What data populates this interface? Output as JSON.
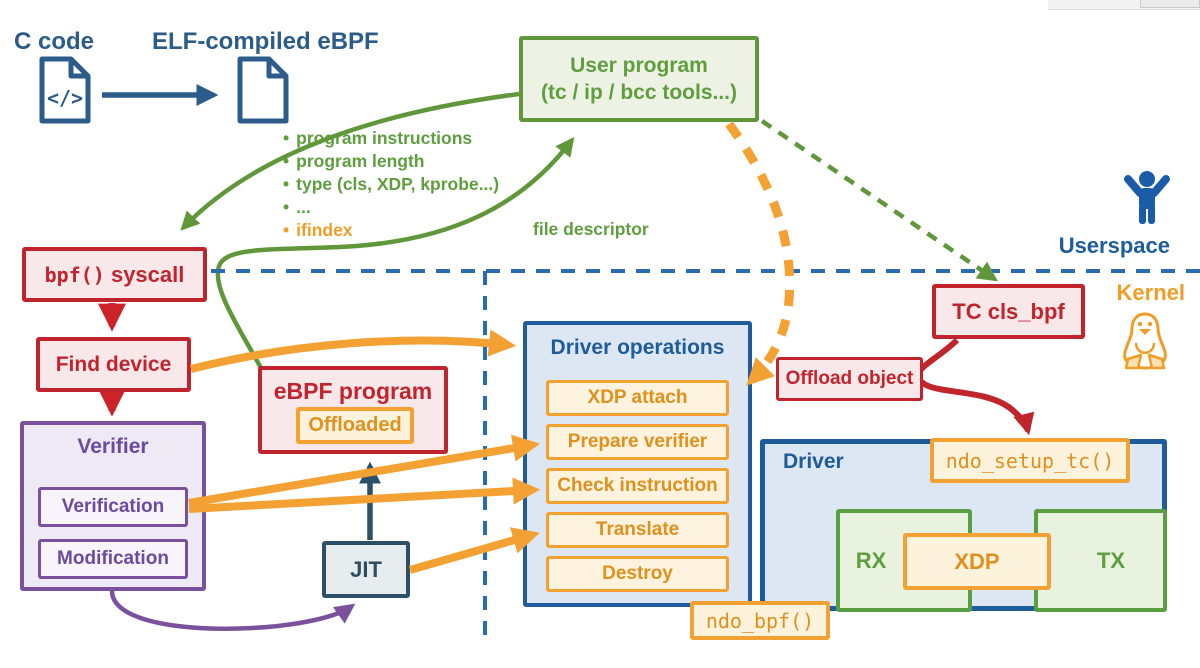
{
  "header": {
    "c_code_label": "C code",
    "elf_label": "ELF-compiled eBPF",
    "code_glyph": "</>"
  },
  "user_program": {
    "line1": "User program",
    "line2": "(tc / ip / bcc tools...)"
  },
  "side_list": {
    "bullet": "•",
    "items": [
      {
        "label": "program instructions",
        "color": "green"
      },
      {
        "label": "program length",
        "color": "green"
      },
      {
        "label": "type (cls, XDP, kprobe...)",
        "color": "green"
      },
      {
        "label": "...",
        "color": "green"
      },
      {
        "label": "ifindex",
        "color": "orange"
      }
    ]
  },
  "labels": {
    "file_descriptor": "file descriptor",
    "userspace": "Userspace",
    "kernel": "Kernel"
  },
  "boxes": {
    "bpf_syscall": {
      "mono_part": "bpf()",
      "text_part": " syscall"
    },
    "find_device": "Find device",
    "verifier": {
      "title": "Verifier",
      "items": [
        "Verification",
        "Modification"
      ]
    },
    "ebpf_program": {
      "title": "eBPF program",
      "badge": "Offloaded"
    },
    "jit": "JIT",
    "driver_operations": {
      "title": "Driver operations",
      "ops": [
        "XDP attach",
        "Prepare verifier",
        "Check instruction",
        "Translate",
        "Destroy"
      ]
    },
    "ndo_bpf": "ndo_bpf()",
    "tc_cls_bpf": "TC cls_bpf",
    "offload_object": "Offload object",
    "ndo_setup_tc": "ndo_setup_tc()",
    "driver": {
      "title": "Driver",
      "rx": "RX",
      "xdp": "XDP",
      "tx": "TX"
    }
  },
  "colors": {
    "red": "#c2242e",
    "red_fill": "#f8e8e9",
    "green": "#61973b",
    "green_text": "#5f9e3e",
    "green_fill": "#edf2e4",
    "orange": "#f2a132",
    "orange_text": "#e0901c",
    "orange_fill": "#fdf3dd",
    "purple": "#7b519d",
    "purple_fill": "#edeaf6",
    "blue": "#1e5c9c",
    "blue_fill": "#dde6f3",
    "slate": "#2d5069",
    "divider_blue": "#2b6cb0",
    "kernel_orange": "#f09d28",
    "header_blue": "#2b5c8a"
  }
}
